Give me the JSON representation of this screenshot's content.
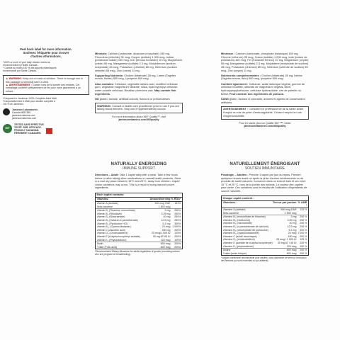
{
  "left": {
    "peel": [
      "Peel back label for more information.",
      "Soulevez l'étiquette pour trouver",
      "d'autres informations."
    ],
    "rda_note": [
      "*100% or more of your daily vitamin needs as",
      "recommended by Health Canada.",
      "* Comble au moins 100 % des apports vitaminiques",
      "recommandé par Santé Canada."
    ],
    "warnings": [
      {
        "label": "WARNING:",
        "text": " Keep out of reach of children. There is enough iron in this package to seriously harm a child."
      },
      {
        "label": "AVERTISSEMENT :",
        "text": " Garder hors de la portée des enfants. Cet emballage contient suffisamment de fer pour nuire gravement à un enfant."
      }
    ],
    "compared": [
      "*Compared to Jamieson 100% Complete Adult Multi.",
      "*Comparativement à Multi pour adultes complète à",
      "100 % de Jamieson."
    ],
    "company": [
      "Jamieson Laboratories",
      "Canada M5B 3B5",
      "jamiesonvitamins.com",
      "jamiesonvitamines.com"
    ],
    "seal_label": "360°",
    "tested": [
      "TESTED SAFE EFFECTIVE.",
      "TESTÉ. SÛR. EFFICACE.",
      "PROUDLY CANADIAN.",
      "FIÈREMENT CANADIEN."
    ]
  },
  "en_top": {
    "minerals_label": "Minerals:",
    "minerals": " Calcium (carbonate, dicalcium phosphate) 150 mg, Chromium (chloride) 35 mcg, Copper (sulfate) 1 000 mcg, Iodine (potassium iodide) 150 mcg, Iron (ferrous fumarate) 10 mg, Magnesium (oxide) 50 mg, Manganese (sulfate) 2.3 mg, Molybdenum (sodium molybdate) 45 mcg, Potassium (chloride) 80 mg, Selenium (sodium selenite) 55 mcg, Zinc (oxide) 11 mg.",
    "supporting_label": "Supporting Nutrients:",
    "supporting": " Choline (bitartrate) 28 mg, Lutein (Tagetes erecta, flower) 500 mcg, Lycopene 600 mcg.",
    "also_label": "Also contains:",
    "also": " Cellulose, vegetable stearic acid, modified cellulose gum, vegetable magnesium stearate, silica, hydroxypropyl cellulose, water-soluble cellulose, Brazilian palm tree wax. ",
    "also_bold": "May contain fish ingredients.",
    "no_label": "NO",
    "no_text": " gluten, lactose, artificial colours, flavours or preservatives.",
    "warning_label": "WARNING:",
    "warning": " Consult a health care practitioner prior to use if you are taking blood thinners. Stop use if hypersensitivity occurs.",
    "more": "For more information about 360° Quality™, visit",
    "url": "jamiesonvitamins.com/360quality"
  },
  "fr_top": {
    "minerals_label": "Minéraux :",
    "minerals": " Calcium (carbonate, phosphate bicalcique) 150 mg, Chrome (chlorure) 35 mcg, Cuivre (sulfate) 1 000 mcg, Iode (iodure de potassium) 150 mcg, Fer (fumarate ferreux) 10 mg, Magnésium (oxyde) 50 mg, Manganèse (sulfate) 2,3 mg, Molybdène (molybdate de sodium) 45 mcg, Potassium (chlorure) 80 mg, Sélénium (sélénite de sodium) 55 mcg, Zinc (oxyde) 11 mg.",
    "supporting_label": "Nutriments complémentaires :",
    "supporting": " Choline (bitartrate) 28 mg, lutéine (Tagetes erecta, fleur) 500 mcg, lycopène 600 mcg.",
    "also_label": "Contient également :",
    "also": " Cellulose, acide stéarique végétal, gomme de cellulose modifiée, stéarate de magnésium végétal, silice, hydroxypropylcellulose, cellulose hydrosoluble, cire de palmier du Brésil. ",
    "also_bold": "Peut contenir des ingrédients de poisson.",
    "no_label": "SANS",
    "no_text": " gluten, lactose ni colorants, arômes et agents de conservation artificiels.",
    "warning_label": "AVERTISSEMENT :",
    "warning": " Consulter un professionnel de la santé avant l'emploi en cas de prise d'anticoagulants. Cesser l'emploi en cas d'hypersensibilité.",
    "more": "Pour en savoir plus sur Qualité 360° ᴹᴰ, visiter",
    "url": "jamiesonvitamines.com/360quality"
  },
  "en_low": {
    "title": "NATURALLY ENERGIZING",
    "subtitle": "IMMUNE SUPPORT",
    "dirs_label": "Directions – Adult:",
    "dirs": " Take 1 caplet daily with a meal. Take a few hours before or after taking other medications or natural health products. Store in a cool dry place between 15°C and 25°C, away from children. ",
    "dirs_italic": "Caplet colour variations may occur. This is a result of using natural source ingredients.",
    "table_head": "Each caplet contains:",
    "col_name": "Vitamins:",
    "col_amount": "Amount/serving",
    "col_pct": "% RDA*",
    "rows": [
      [
        "Vitamin A (Acetate)",
        "900 mcg RAE",
        "133%"
      ],
      [
        "Beta-carotene",
        "1 800 mcg",
        ""
      ],
      [
        "Vitamin B₁ (Thiamine mononitrate)",
        "3 mg",
        "250%"
      ],
      [
        "Vitamin B₂ (Riboflavin)",
        "3.25 mg",
        "250%"
      ],
      [
        "Vitamin B₃ (Niacinamide)",
        "40 mg",
        "250%"
      ],
      [
        "Vitamin B₅ (Calcium d-pantothenate)",
        "12.5 mg",
        "250%"
      ],
      [
        "Vitamin B₆ (Pyridoxine HCl)",
        "5.1 mg",
        "300%"
      ],
      [
        "Vitamin B₁₂ (Cyanocobalamin)",
        "24 mcg",
        "1 000%"
      ],
      [
        "Vitamin C (Ascorbic acid)",
        "180 mg",
        "200%"
      ],
      [
        "Vitamin D₃ (Cholecalciferol)",
        "25 mcg/1 000 IU",
        "125%"
      ],
      [
        "Vitamin E (d-alpha-tocopheryl acetate)",
        "30 mg AT/45 IU",
        "200%"
      ],
      [
        "Vitamin K₁ (Phytonadione)",
        "120 mcg",
        "100%"
      ],
      [
        "Biotin",
        "600 mcg",
        "200%"
      ],
      [
        "Folate (Folic acid)",
        "800 mcg",
        "200%"
      ]
    ],
    "footnote": "*Recommended Dietary Allowance for adults regardless of gender (excluding women who are pregnant or breastfeeding)."
  },
  "fr_low": {
    "title": "NATURELLEMENT ÉNERGISANT",
    "subtitle": "SOUTIEN IMMUNITAIRE",
    "dirs_label": "Posologie – Adultes :",
    "dirs": " Prendre 1 caplet par jour au repas. Prendre quelques heures avant ou après la prise d'autres médicaments ou de produits de santé naturels. Conserver dans un endroit frais et sec entre 15 °C et 25 °C, hors de la portée des enfants. ",
    "dirs_italic": "La couleur des caplets peut varier. Ces variations sont le résultat de l'utilisation d'ingrédients de source naturelle.",
    "table_head": "Chaque caplet contient :",
    "col_name": "Vitamines :",
    "col_amount": "Teneur par portion",
    "col_pct": "% AMR *",
    "rows": [
      [
        "Vitamine A (acétate)",
        "900 mcg EAR",
        "133 %"
      ],
      [
        "Bêta-carotène",
        "1 800 mcg",
        ""
      ],
      [
        "Vitamine B₁ (mononitrate de thiamine)",
        "3 mg",
        "250 %"
      ],
      [
        "Vitamine B₂ (riboflavine)",
        "3,25 mg",
        "250 %"
      ],
      [
        "Vitamine B₃ (niacinamide)",
        "40 mg",
        "250 %"
      ],
      [
        "Vitamine B₅ (d-pantothénate de calcium)",
        "12,5 mg",
        "250 %"
      ],
      [
        "Vitamine B₆ (chlorhydrate de pyridoxine)",
        "5,1 mg",
        "300 %"
      ],
      [
        "Vitamine B₁₂ (cyanocobalamine)",
        "24 mcg",
        "1 000 %"
      ],
      [
        "Vitamine C (acide ascorbique)",
        "180 mg",
        "200 %"
      ],
      [
        "Vitamine D₃ (cholécalciférol)",
        "25 mcg / 1 000 UI",
        "125 %"
      ],
      [
        "Vitamine E (acétate de d-alpha-tocophéryle)",
        "30 mg AT / 45 UI",
        "200 %"
      ],
      [
        "Vitamine K₁ (phytonadione)",
        "120 mcg",
        "100 %"
      ],
      [
        "Biotine",
        "600 mcg",
        "200 %"
      ],
      [
        "Folate (acide folique)",
        "800 mcg",
        "200 %"
      ]
    ],
    "footnote": "* Apport nutritionnel recommandé pour adultes, sans distinction de sexe (à l'exclusion des femmes qui sont enceintes ou qui allaitent)."
  }
}
